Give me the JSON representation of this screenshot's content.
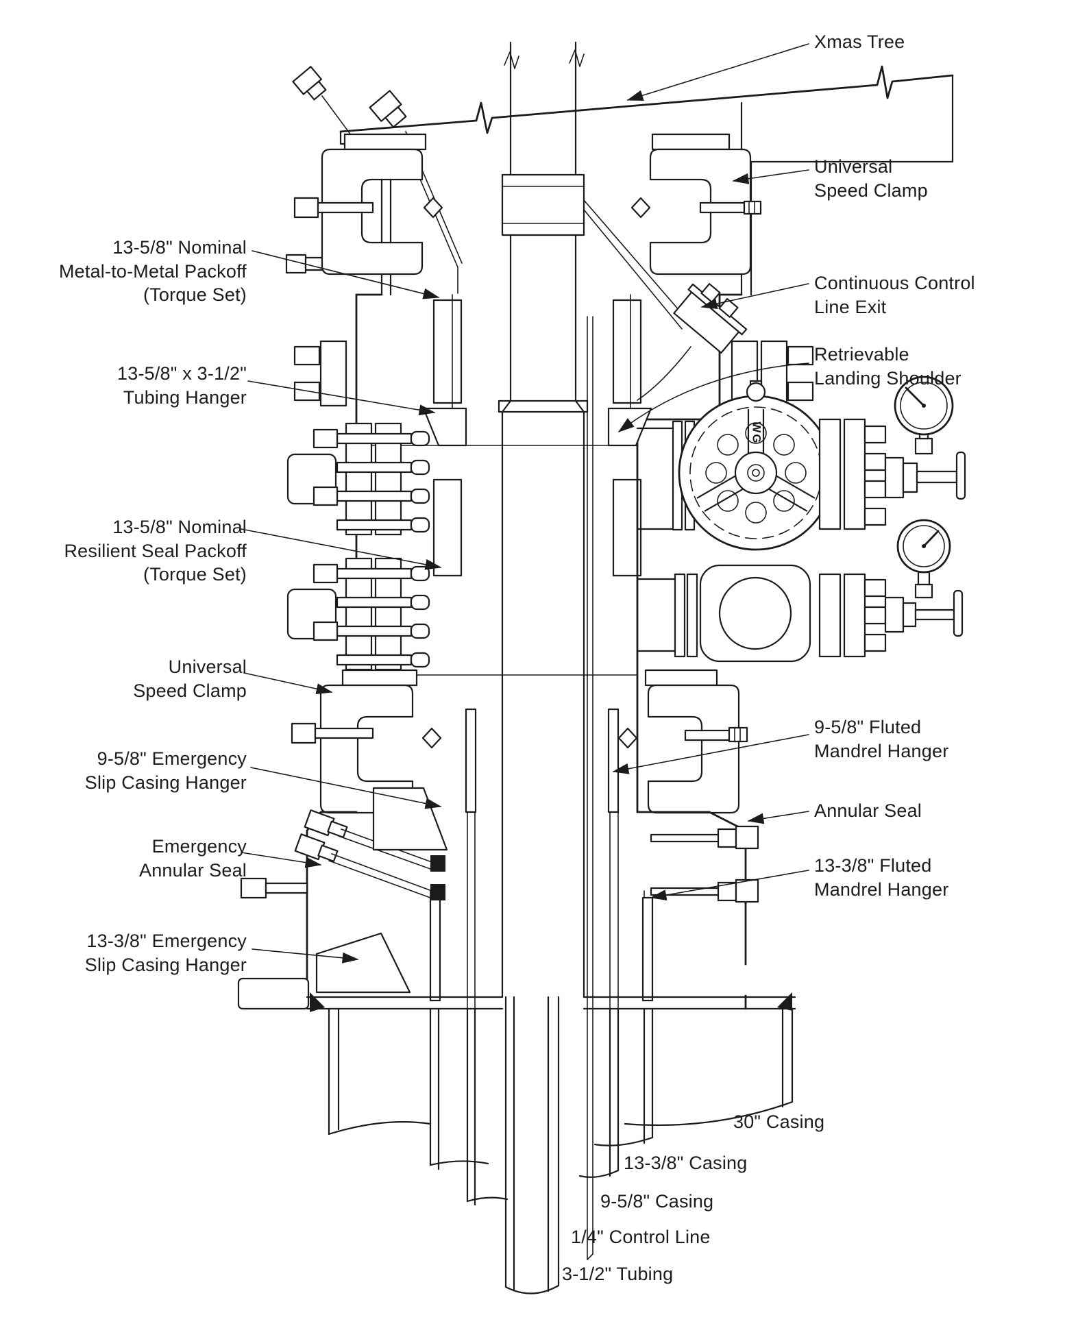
{
  "diagram": {
    "type": "wellhead-cross-section",
    "colors": {
      "ink": "#1b1b1b",
      "paper": "#ffffff"
    },
    "handwheel_marking": "WG",
    "callouts_left": [
      {
        "id": "metal-to-metal-packoff",
        "label": "13-5/8\" Nominal\nMetal-to-Metal Packoff\n(Torque Set)"
      },
      {
        "id": "tubing-hanger",
        "label": "13-5/8\" x 3-1/2\"\nTubing Hanger"
      },
      {
        "id": "resilient-seal-packoff",
        "label": "13-5/8\" Nominal\nResilient Seal Packoff\n(Torque Set)"
      },
      {
        "id": "universal-speed-clamp-left",
        "label": "Universal\nSpeed Clamp"
      },
      {
        "id": "emergency-slip-casing-hanger-958",
        "label": "9-5/8\" Emergency\nSlip Casing Hanger"
      },
      {
        "id": "emergency-annular-seal",
        "label": "Emergency\nAnnular Seal"
      },
      {
        "id": "emergency-slip-casing-hanger-1338",
        "label": "13-3/8\" Emergency\nSlip Casing Hanger"
      }
    ],
    "callouts_right": [
      {
        "id": "xmas-tree",
        "label": "Xmas Tree"
      },
      {
        "id": "universal-speed-clamp-right",
        "label": "Universal\nSpeed Clamp"
      },
      {
        "id": "continuous-control-line-exit",
        "label": "Continuous Control\nLine Exit"
      },
      {
        "id": "retrievable-landing-shoulder",
        "label": "Retrievable\nLanding Shoulder"
      },
      {
        "id": "fluted-mandrel-hanger-958",
        "label": "9-5/8\" Fluted\nMandrel Hanger"
      },
      {
        "id": "annular-seal",
        "label": "Annular Seal"
      },
      {
        "id": "fluted-mandrel-hanger-1338",
        "label": "13-3/8\" Fluted\nMandrel Hanger"
      }
    ],
    "callouts_bottom": [
      {
        "id": "casing-30",
        "label": "30\" Casing"
      },
      {
        "id": "casing-1338",
        "label": "13-3/8\" Casing"
      },
      {
        "id": "casing-958",
        "label": "9-5/8\" Casing"
      },
      {
        "id": "control-line-14",
        "label": "1/4\" Control Line"
      },
      {
        "id": "tubing-312",
        "label": "3-1/2\" Tubing"
      }
    ]
  }
}
